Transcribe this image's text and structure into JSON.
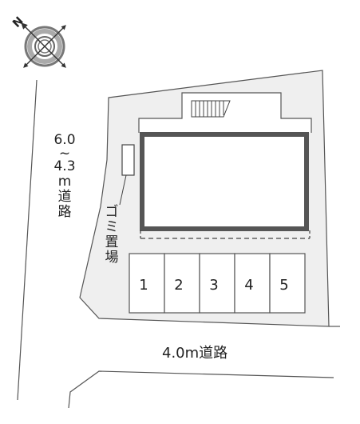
{
  "compass": {
    "north_label": "N"
  },
  "road_left": {
    "lines": [
      "6.0",
      "~",
      "4.3",
      "m",
      "道",
      "路"
    ]
  },
  "road_bottom": {
    "label": "4.0m道路"
  },
  "garbage_area": {
    "chars": [
      "ゴ",
      "ミ",
      "置",
      "場"
    ]
  },
  "parking": {
    "slots": [
      "1",
      "2",
      "3",
      "4",
      "5"
    ]
  },
  "colors": {
    "site_fill": "#efefef",
    "line": "#444444",
    "building_border": "#555555"
  }
}
